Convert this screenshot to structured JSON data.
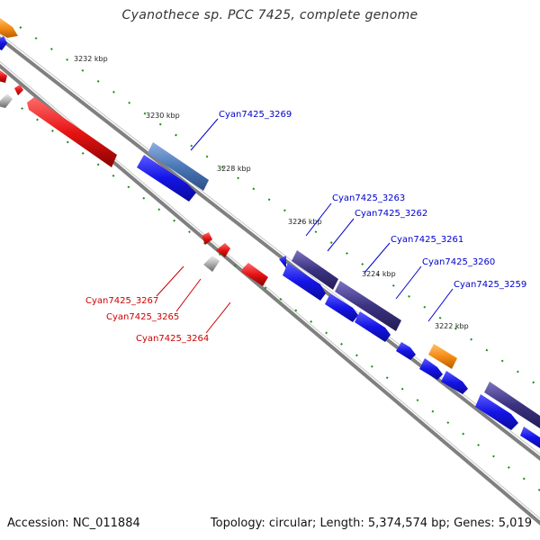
{
  "title": "Cyanothece sp. PCC 7425, complete genome",
  "footer": {
    "accession": "Accession: NC_011884",
    "summary": "Topology: circular; Length: 5,374,574 bp; Genes: 5,019"
  },
  "colors": {
    "backbone": "#8a8a8a",
    "cds": "#1414e6",
    "rna": "#4a6fb5",
    "other": "#3b3380",
    "highlight": "#f58c14",
    "minus_cds": "#e61414",
    "pseudo": "#a8a8a8",
    "ticks": "#1a8c1a",
    "plus_label": "#0000cc",
    "minus_label": "#cc0000"
  },
  "ticks": [
    "3232 kbp",
    "3230 kbp",
    "3228 kbp",
    "3226 kbp",
    "3224 kbp",
    "3222 kbp"
  ],
  "labels_plus": [
    "Cyan7425_3269",
    "Cyan7425_3263",
    "Cyan7425_3262",
    "Cyan7425_3261",
    "Cyan7425_3260",
    "Cyan7425_3259"
  ],
  "labels_minus": [
    "Cyan7425_3267",
    "Cyan7425_3265",
    "Cyan7425_3264"
  ]
}
